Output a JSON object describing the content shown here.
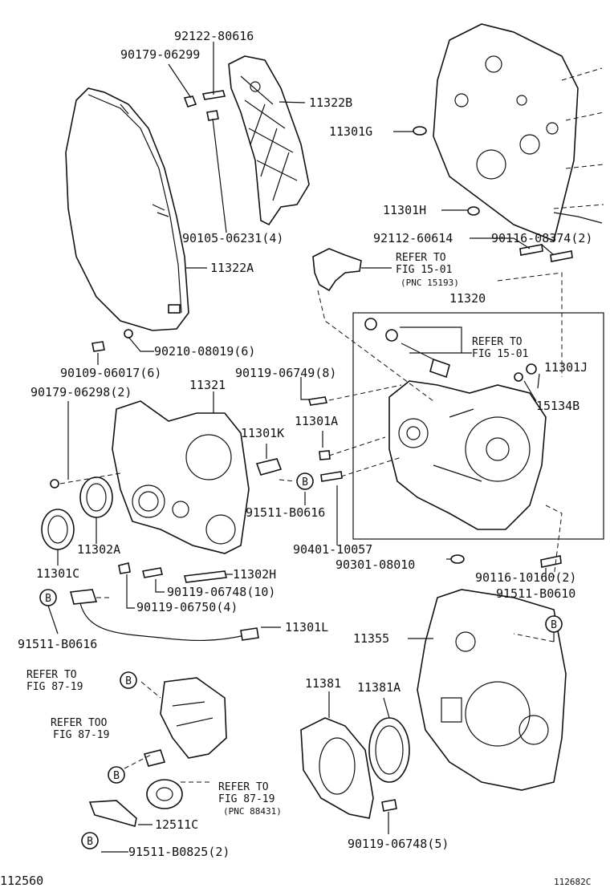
{
  "diagram": {
    "figure_id": "112560",
    "drawing_code": "112682C",
    "circle_marker": "B",
    "labels": {
      "p92122_80616": "92122-80616",
      "p90179_06299": "90179-06299",
      "p11322B": "11322B",
      "p11301G": "11301G",
      "p11301H": "11301H",
      "p90105_06231": "90105-06231(4)",
      "p92112_60614": "92112-60614",
      "p90116_08374": "90116-08374(2)",
      "p11322A": "11322A",
      "refer_1501_a_l1": "REFER TO",
      "refer_1501_a_l2": "FIG 15-01",
      "refer_1501_a_l3": "(PNC 15193)",
      "p11320": "11320",
      "refer_1501_b_l1": "REFER TO",
      "refer_1501_b_l2": "FIG 15-01",
      "p90210_08019": "90210-08019(6)",
      "p90109_06017": "90109-06017(6)",
      "p90119_06749": "90119-06749(8)",
      "p11301J": "11301J",
      "p15134B": "15134B",
      "p90179_06298": "90179-06298(2)",
      "p11321": "11321",
      "p11301A": "11301A",
      "p11301K": "11301K",
      "p91511_B0616_a": "91511-B0616",
      "p11302A": "11302A",
      "p90401_10057": "90401-10057",
      "p90301_08010": "90301-08010",
      "p90116_10160": "90116-10160(2)",
      "p11301C": "11301C",
      "p11302H": "11302H",
      "p90119_06748_10": "90119-06748(10)",
      "p90119_06750": "90119-06750(4)",
      "p91511_B0610": "91511-B0610",
      "p11301L": "11301L",
      "p91511_B0616_b": "91511-B0616",
      "p11355": "11355",
      "refer_8719_a_l1": "REFER TO",
      "refer_8719_a_l2": "FIG 87-19",
      "p11381": "11381",
      "p11381A": "11381A",
      "refer_8719_b_l1": "REFER TOO",
      "refer_8719_b_l2": "FIG 87-19",
      "refer_8719_c_l1": "REFER TO",
      "refer_8719_c_l2": "FIG 87-19",
      "refer_8719_c_l3": "(PNC 88431)",
      "p12511C": "12511C",
      "p91511_B0825": "91511-B0825(2)",
      "p90119_06748_5": "90119-06748(5)"
    }
  }
}
